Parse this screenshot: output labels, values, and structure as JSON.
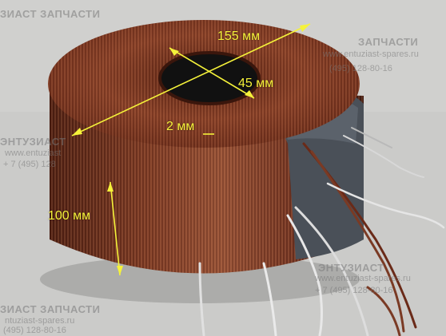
{
  "watermark": {
    "title": "ЗИАСТ ЗАПЧАСТИ",
    "title_right": "ЗАПЧАСТИ",
    "site": "www.entuziast-spares.ru",
    "phone": "(495) 128-80-16",
    "title_left_mid": "ЭНТУЗИАСТ",
    "site_left_mid": "www.entuziast",
    "phone_left_mid": "+ 7 (495) 128",
    "title_bottom_left": "ЗИАСТ ЗАПЧАСТИ",
    "site_bottom_left": "ntuziast-spares.ru",
    "phone_bottom_left": "(495) 128-80-16",
    "title_bottom_right": "ЭНТУЗИАСТ",
    "site_bottom_right": "www.entuziast-spares.ru",
    "phone_bottom_right": "+ 7 (495) 128-80-16"
  },
  "dimensions": {
    "outer_diameter": "155 мм",
    "inner_diameter": "45 мм",
    "wire": "2 мм",
    "height": "100 мм"
  },
  "colors": {
    "copper": "#7a3a24",
    "copper_light": "#b06a48",
    "annotation": "#f5f23a",
    "wall": "#cfcfcd"
  }
}
